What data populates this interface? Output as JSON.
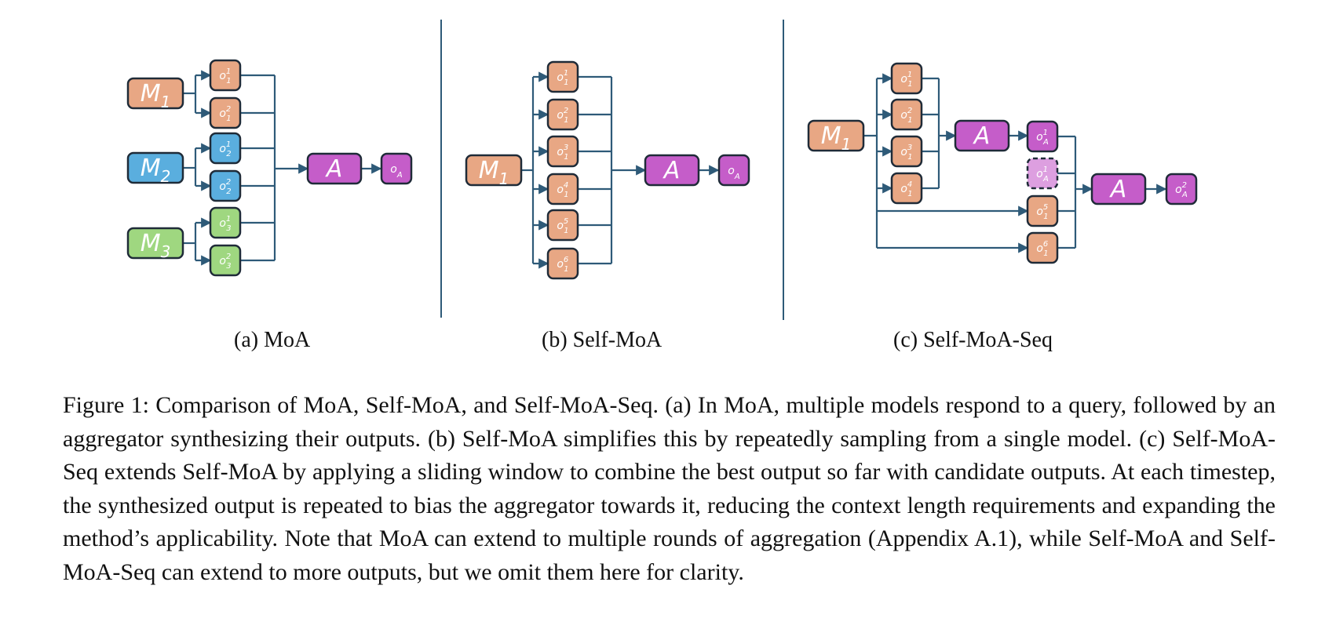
{
  "colors": {
    "stroke": "#2e5a78",
    "model1": "#e8a784",
    "model2": "#5aaede",
    "model3": "#9fd780",
    "aggregator": "#c55dc9",
    "repeated_output": "#dd9fe0",
    "node_border": "#1f2b38"
  },
  "panels": {
    "moa": {
      "caption": "(a) MoA"
    },
    "self_moa": {
      "caption": "(b) Self-MoA"
    },
    "self_moa_seq": {
      "caption": "(c) Self-MoA-Seq"
    }
  },
  "nodes": {
    "m1": {
      "base": "M",
      "sub": "1"
    },
    "m2": {
      "base": "M",
      "sub": "2"
    },
    "m3": {
      "base": "M",
      "sub": "3"
    },
    "aggregator": {
      "base": "A"
    },
    "o_a": {
      "base": "o",
      "sub": "A"
    },
    "moa_outputs": [
      {
        "sup": "1",
        "sub": "1"
      },
      {
        "sup": "2",
        "sub": "1"
      },
      {
        "sup": "1",
        "sub": "2"
      },
      {
        "sup": "2",
        "sub": "2"
      },
      {
        "sup": "1",
        "sub": "3"
      },
      {
        "sup": "2",
        "sub": "3"
      }
    ],
    "self_outputs": [
      {
        "sup": "1",
        "sub": "1"
      },
      {
        "sup": "2",
        "sub": "1"
      },
      {
        "sup": "3",
        "sub": "1"
      },
      {
        "sup": "4",
        "sub": "1"
      },
      {
        "sup": "5",
        "sub": "1"
      },
      {
        "sup": "6",
        "sub": "1"
      }
    ],
    "seq_outputs": [
      {
        "sup": "1",
        "sub": "1"
      },
      {
        "sup": "2",
        "sub": "1"
      },
      {
        "sup": "3",
        "sub": "1"
      },
      {
        "sup": "4",
        "sub": "1"
      }
    ],
    "seq_oa1": {
      "sup": "1",
      "sub": "A"
    },
    "seq_oa1_repeat": {
      "sup": "1",
      "sub": "A"
    },
    "seq_o5": {
      "sup": "5",
      "sub": "1"
    },
    "seq_o6": {
      "sup": "6",
      "sub": "1"
    },
    "seq_oa2": {
      "sup": "2",
      "sub": "A"
    }
  },
  "caption": {
    "text": "Figure 1: Comparison of MoA, Self-MoA, and Self-MoA-Seq. (a) In MoA, multiple models respond to a query, followed by an aggregator synthesizing their outputs. (b) Self-MoA simplifies this by repeatedly sampling from a single model. (c) Self-MoA-Seq extends Self-MoA by applying a sliding window to combine the best output so far with candidate outputs. At each timestep, the synthesized output is repeated to bias the aggregator towards it, reducing the context length requirements and expanding the method’s applicability. Note that MoA can extend to multiple rounds of aggregation (Appendix A.1), while Self-MoA and Self-MoA-Seq can extend to more outputs, but we omit them here for clarity."
  }
}
